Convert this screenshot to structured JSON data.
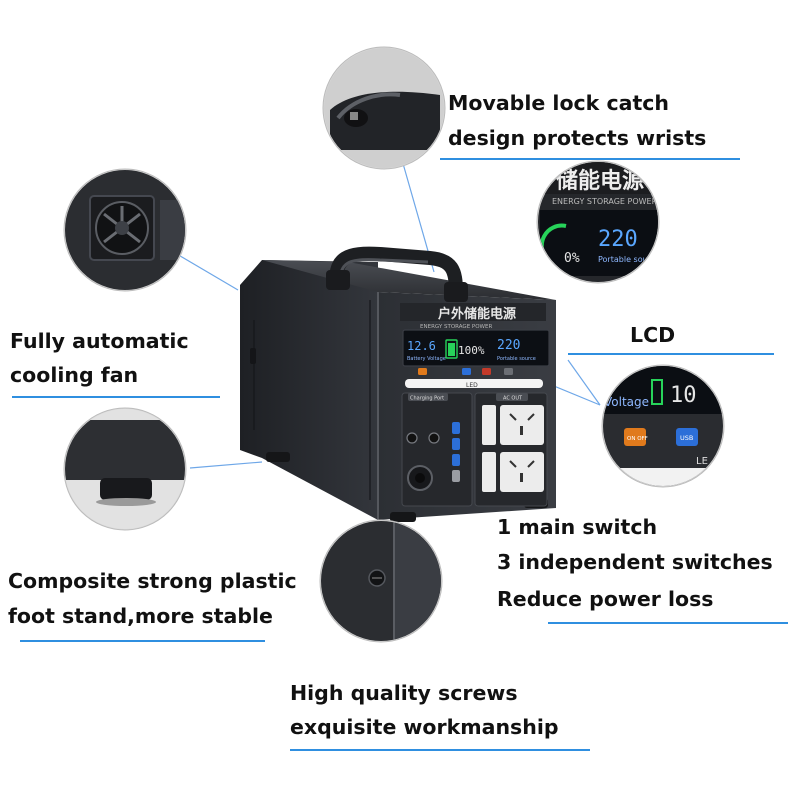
{
  "callouts": {
    "lock": {
      "line1": "Movable lock catch",
      "line2": "design protects wrists"
    },
    "fan": {
      "line1": "Fully automatic",
      "line2": "cooling fan"
    },
    "lcd": {
      "label": "LCD"
    },
    "switches": {
      "line1": "1 main switch",
      "line2": "3 independent switches",
      "line3": "Reduce power loss"
    },
    "foot": {
      "line1": "Composite strong plastic",
      "line2": "foot stand,more stable"
    },
    "screws": {
      "line1": "High quality screws",
      "line2": "exquisite workmanship"
    }
  },
  "product": {
    "brand_text": "户外储能电源",
    "brand_sub": "ENERGY STORAGE POWER",
    "lcd_left_value": "12.6",
    "lcd_left_caption": "Battery Voltage",
    "lcd_percent": "100%",
    "lcd_right_value": "220",
    "lcd_right_caption": "Portable source",
    "led_label": "LED",
    "charging_port_label": "Charging Port",
    "ac_out_label": "AC OUT"
  },
  "zoom_lcd": {
    "brand_text": "储能电源",
    "brand_sub": "ENERGY STORAGE POWER",
    "percent_fragment": "0%",
    "value": "220",
    "caption": "Portable source"
  },
  "zoom_switch": {
    "voltage_fragment": "Voltage",
    "digits_fragment": "10",
    "on_off_label": "ON OFF",
    "usb_label": "USB",
    "led_fragment": "LE"
  },
  "colors": {
    "accent_line": "#2f8fe0",
    "body_dark": "#2a2c31",
    "lcd_blue": "#5aa7ff",
    "battery_green": "#27d35a",
    "switch_orange": "#e07a1c",
    "switch_blue": "#2c6fd8"
  }
}
